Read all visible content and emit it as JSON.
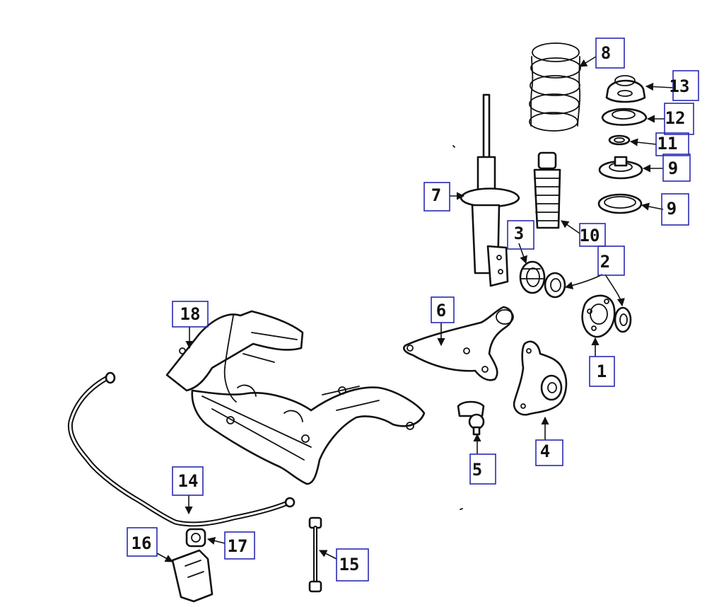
{
  "callouts": [
    "1",
    "2",
    "3",
    "4",
    "5",
    "6",
    "7",
    "8",
    "9",
    "9",
    "10",
    "11",
    "12",
    "13",
    "14",
    "15",
    "16",
    "17",
    "18"
  ]
}
